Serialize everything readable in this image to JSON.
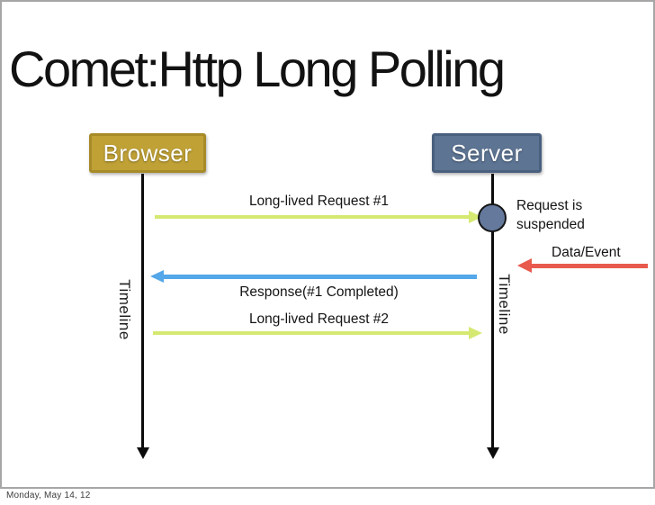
{
  "slide": {
    "title": "Comet:Http Long Polling",
    "footer": "Monday, May 14, 12",
    "background": "#ffffff",
    "border_color": "#a6a6a6"
  },
  "diagram": {
    "actors": {
      "browser": {
        "label": "Browser",
        "fill": "#bfa136",
        "text_color": "#ffffff"
      },
      "server": {
        "label": "Server",
        "fill": "#5d7493",
        "text_color": "#ffffff"
      }
    },
    "timelines": {
      "browser_label": "Timeline",
      "server_label": "Timeline",
      "line_color": "#0b0b0b"
    },
    "messages": {
      "request1": {
        "label": "Long-lived Request #1",
        "direction": "browser-to-server",
        "color": "#d5e972"
      },
      "response1": {
        "label": "Response(#1 Completed)",
        "direction": "server-to-browser",
        "color": "#54a7e9"
      },
      "request2": {
        "label": "Long-lived Request #2",
        "direction": "browser-to-server",
        "color": "#d5e972"
      }
    },
    "annotations": {
      "suspended_note": "Request is suspended",
      "suspended_marker_color": "#64799c",
      "data_event": {
        "label": "Data/Event",
        "direction": "into-server",
        "color": "#e85a4d"
      }
    }
  }
}
